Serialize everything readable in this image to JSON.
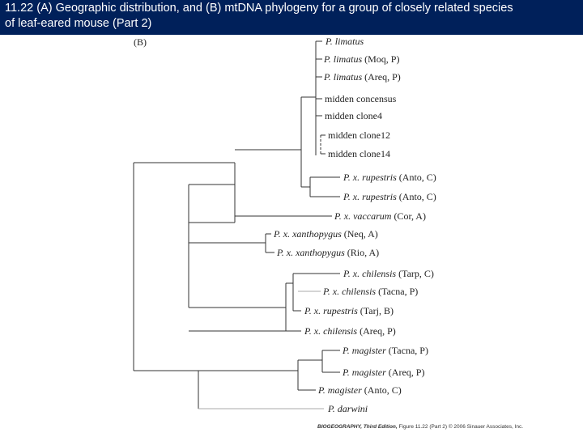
{
  "slide": {
    "title_line1": "11.22 (A) Geographic distribution, and (B) mtDNA phylogeny for a group of closely related species",
    "title_line2": "of leaf-eared mouse (Part 2)"
  },
  "figure": {
    "panel_label": "(B)",
    "credit_book": "BIOGEOGRAPHY, Third Edition,",
    "credit_fig": " Figure 11.22 (Part 2)",
    "credit_pub": "  © 2006 Sinauer Associates, Inc."
  },
  "taxa": [
    {
      "genus": "P. limatus",
      "note": ""
    },
    {
      "genus": "P. limatus",
      "note": " (Moq, P)"
    },
    {
      "genus": "P. limatus",
      "note": " (Areq, P)"
    },
    {
      "genus": "",
      "note": "midden concensus"
    },
    {
      "genus": "",
      "note": "midden clone4"
    },
    {
      "genus": "",
      "note": "midden clone12"
    },
    {
      "genus": "",
      "note": "midden clone14"
    },
    {
      "genus": "P. x. rupestris",
      "note": " (Anto, C)"
    },
    {
      "genus": "P. x. rupestris",
      "note": " (Anto, C)"
    },
    {
      "genus": "P. x. vaccarum",
      "note": " (Cor, A)"
    },
    {
      "genus": "P. x. xanthopygus",
      "note": " (Neq, A)"
    },
    {
      "genus": "P. x. xanthopygus",
      "note": " (Rio, A)"
    },
    {
      "genus": "P. x. chilensis",
      "note": " (Tarp, C)"
    },
    {
      "genus": "P. x. chilensis",
      "note": " (Tacna, P)"
    },
    {
      "genus": "P. x. rupestris",
      "note": " (Tarj, B)"
    },
    {
      "genus": "P. x. chilensis",
      "note": " (Areq, P)"
    },
    {
      "genus": "P. magister",
      "note": " (Tacna, P)"
    },
    {
      "genus": "P. magister",
      "note": " (Areq, P)"
    },
    {
      "genus": "P. magister",
      "note": " (Anto, C)"
    },
    {
      "genus": "P. darwini",
      "note": ""
    }
  ]
}
